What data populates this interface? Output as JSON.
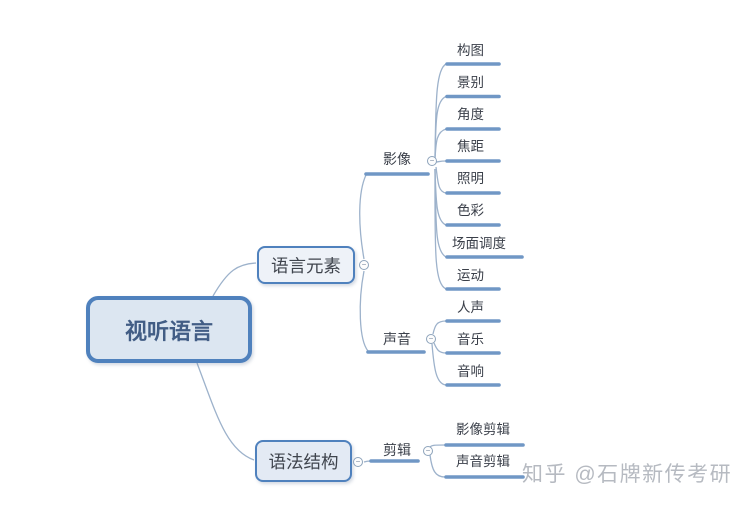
{
  "tree": {
    "root": {
      "label": "视听语言"
    },
    "branches": [
      {
        "label": "语言元素",
        "children": [
          {
            "label": "影像",
            "leaves": [
              "构图",
              "景别",
              "角度",
              "焦距",
              "照明",
              "色彩",
              "场面调度",
              "运动"
            ]
          },
          {
            "label": "声音",
            "leaves": [
              "人声",
              "音乐",
              "音响"
            ]
          }
        ]
      },
      {
        "label": "语法结构",
        "children": [
          {
            "label": "剪辑",
            "leaves": [
              "影像剪辑",
              "声音剪辑"
            ]
          }
        ]
      }
    ]
  },
  "controls": {
    "collapse_symbol": "−"
  },
  "watermark": {
    "text": "知乎 @石牌新传考研"
  },
  "colors": {
    "box_border": "#4f81bd",
    "root_fill": "#dce6f1",
    "branch1_fill": "#eef2f8",
    "branch2_fill": "#e3eaf4",
    "branch_line": "#7097c5",
    "connector_line": "#9db2cb",
    "root_text": "#425d85",
    "topic_text": "#3c414b",
    "watermark_text": "#b6bac1"
  }
}
